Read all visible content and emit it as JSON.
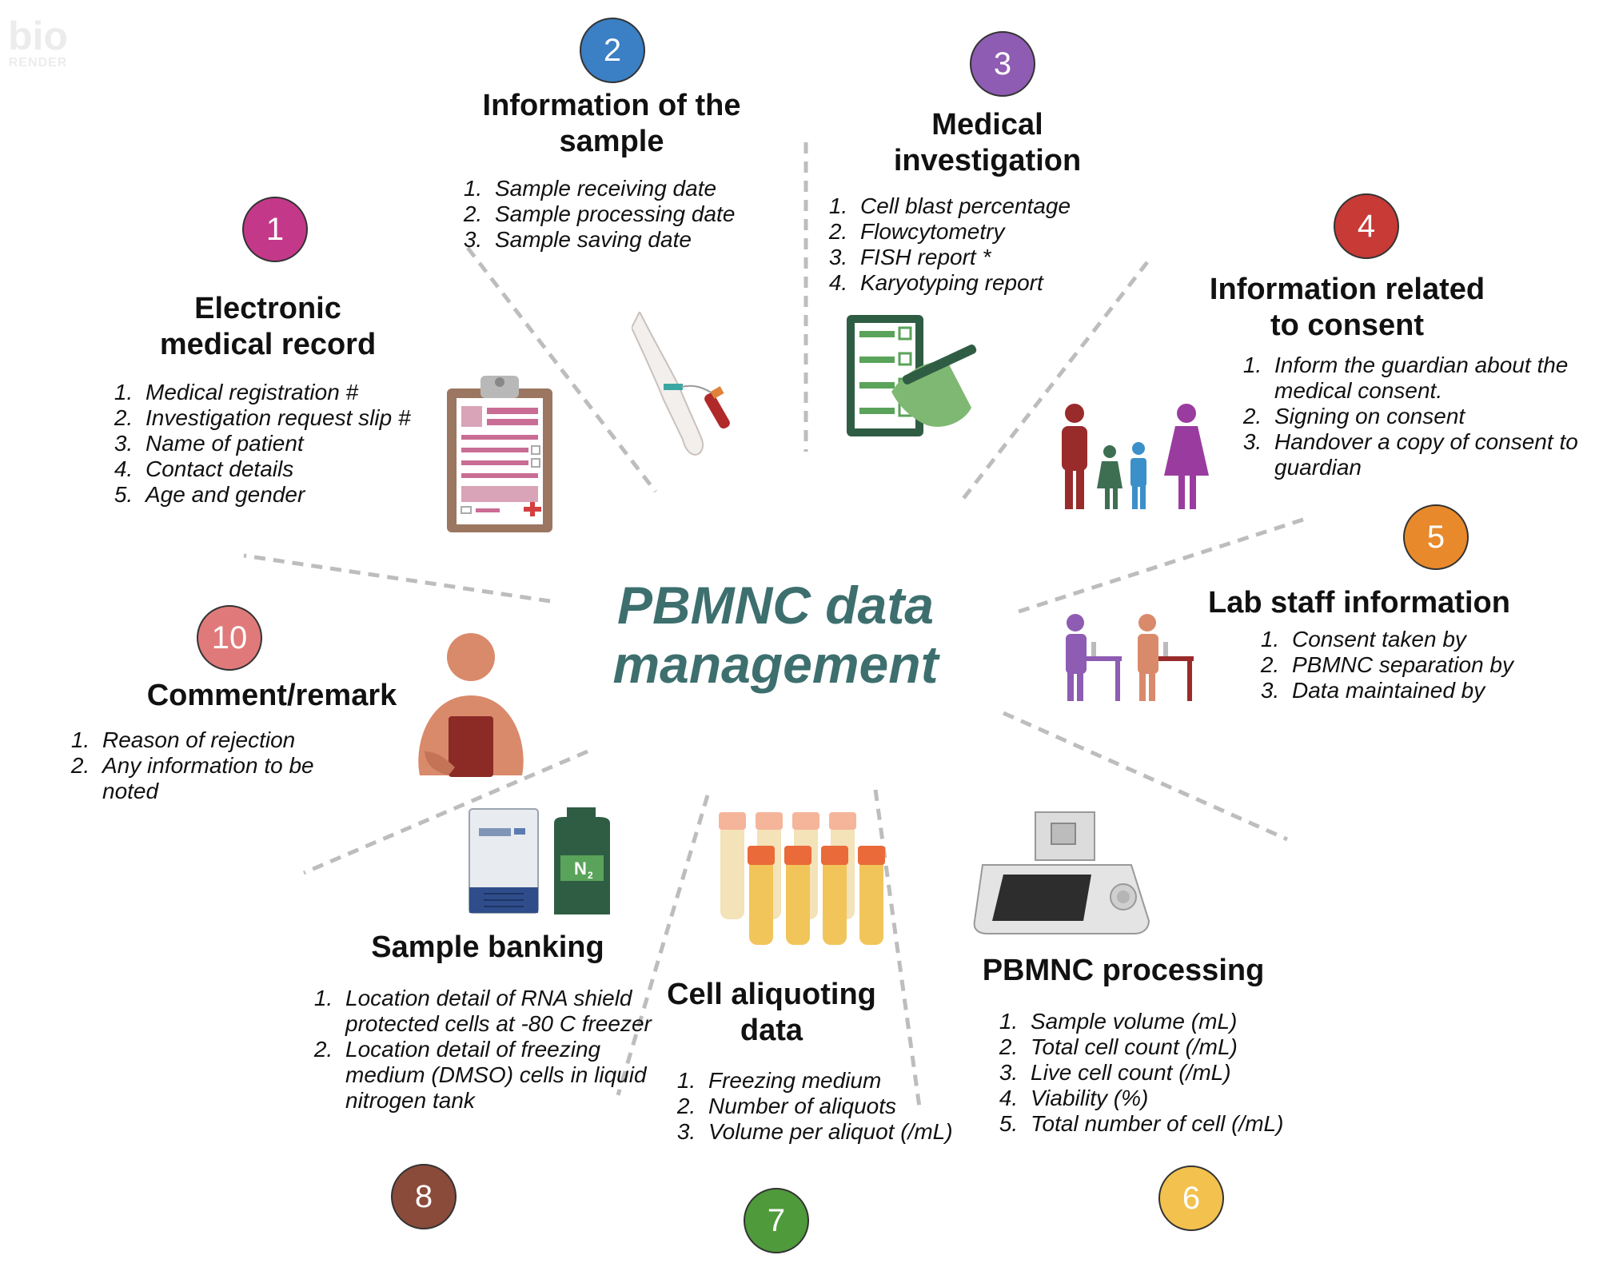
{
  "watermark": {
    "top": "bio",
    "bottom": "RENDER"
  },
  "center": {
    "line1": "PBMNC data",
    "line2": "management"
  },
  "colors": {
    "teal": "#3d6f6e",
    "badge1": "#c4388a",
    "badge2": "#3b7fc4",
    "badge3": "#8e5cb3",
    "badge4": "#c73a36",
    "badge5": "#e8892b",
    "badge6": "#f2c14e",
    "badge7": "#4f9a3b",
    "badge8": "#8a4b3b",
    "badge10": "#e07a7a"
  },
  "sections": {
    "s1": {
      "num": "1",
      "title1": "Electronic",
      "title2": "medical record",
      "items": [
        "Medical registration #",
        "Investigation request slip #",
        "Name of patient",
        "Contact details",
        "Age and gender"
      ]
    },
    "s2": {
      "num": "2",
      "title1": "Information of the",
      "title2": "sample",
      "items": [
        "Sample receiving date",
        "Sample processing date",
        "Sample saving date"
      ]
    },
    "s3": {
      "num": "3",
      "title1": "Medical",
      "title2": "investigation",
      "items": [
        "Cell blast percentage",
        "Flowcytometry",
        "FISH report *",
        "Karyotyping report"
      ]
    },
    "s4": {
      "num": "4",
      "title1": "Information related",
      "title2": "to consent",
      "items": [
        "Inform the guardian about the medical consent.",
        "Signing on consent",
        "Handover a copy of consent to guardian"
      ]
    },
    "s5": {
      "num": "5",
      "title1": "Lab staff information",
      "items": [
        "Consent taken by",
        "PBMNC separation by",
        "Data maintained by"
      ]
    },
    "s6": {
      "num": "6",
      "title1": "PBMNC processing",
      "items": [
        "Sample volume (mL)",
        "Total cell count (/mL)",
        "Live cell count (/mL)",
        "Viability (%)",
        "Total number of cell (/mL)"
      ]
    },
    "s7": {
      "num": "7",
      "title1": "Cell aliquoting",
      "title2": "data",
      "items": [
        "Freezing medium",
        "Number of aliquots",
        "Volume per aliquot (/mL)"
      ]
    },
    "s8": {
      "num": "8",
      "title1": "Sample banking",
      "items": [
        "Location detail of RNA shield protected cells at -80 C freezer",
        "Location detail of freezing medium (DMSO) cells in liquid nitrogen tank"
      ]
    },
    "s10": {
      "num": "10",
      "title1": "Comment/remark",
      "items": [
        "Reason of rejection",
        "Any information to be noted"
      ]
    }
  },
  "icons": {
    "clipboard": "clipboard-icon",
    "arm": "blood-draw-arm-icon",
    "checklist": "checklist-hand-icon",
    "family": "family-icon",
    "labstaff": "lab-staff-icon",
    "machine": "cell-counter-icon",
    "tubes": "cryo-tubes-icon",
    "freezer": "freezer-icon",
    "n2tank": "nitrogen-tank-icon",
    "person": "person-reading-icon",
    "n2label": "N"
  }
}
